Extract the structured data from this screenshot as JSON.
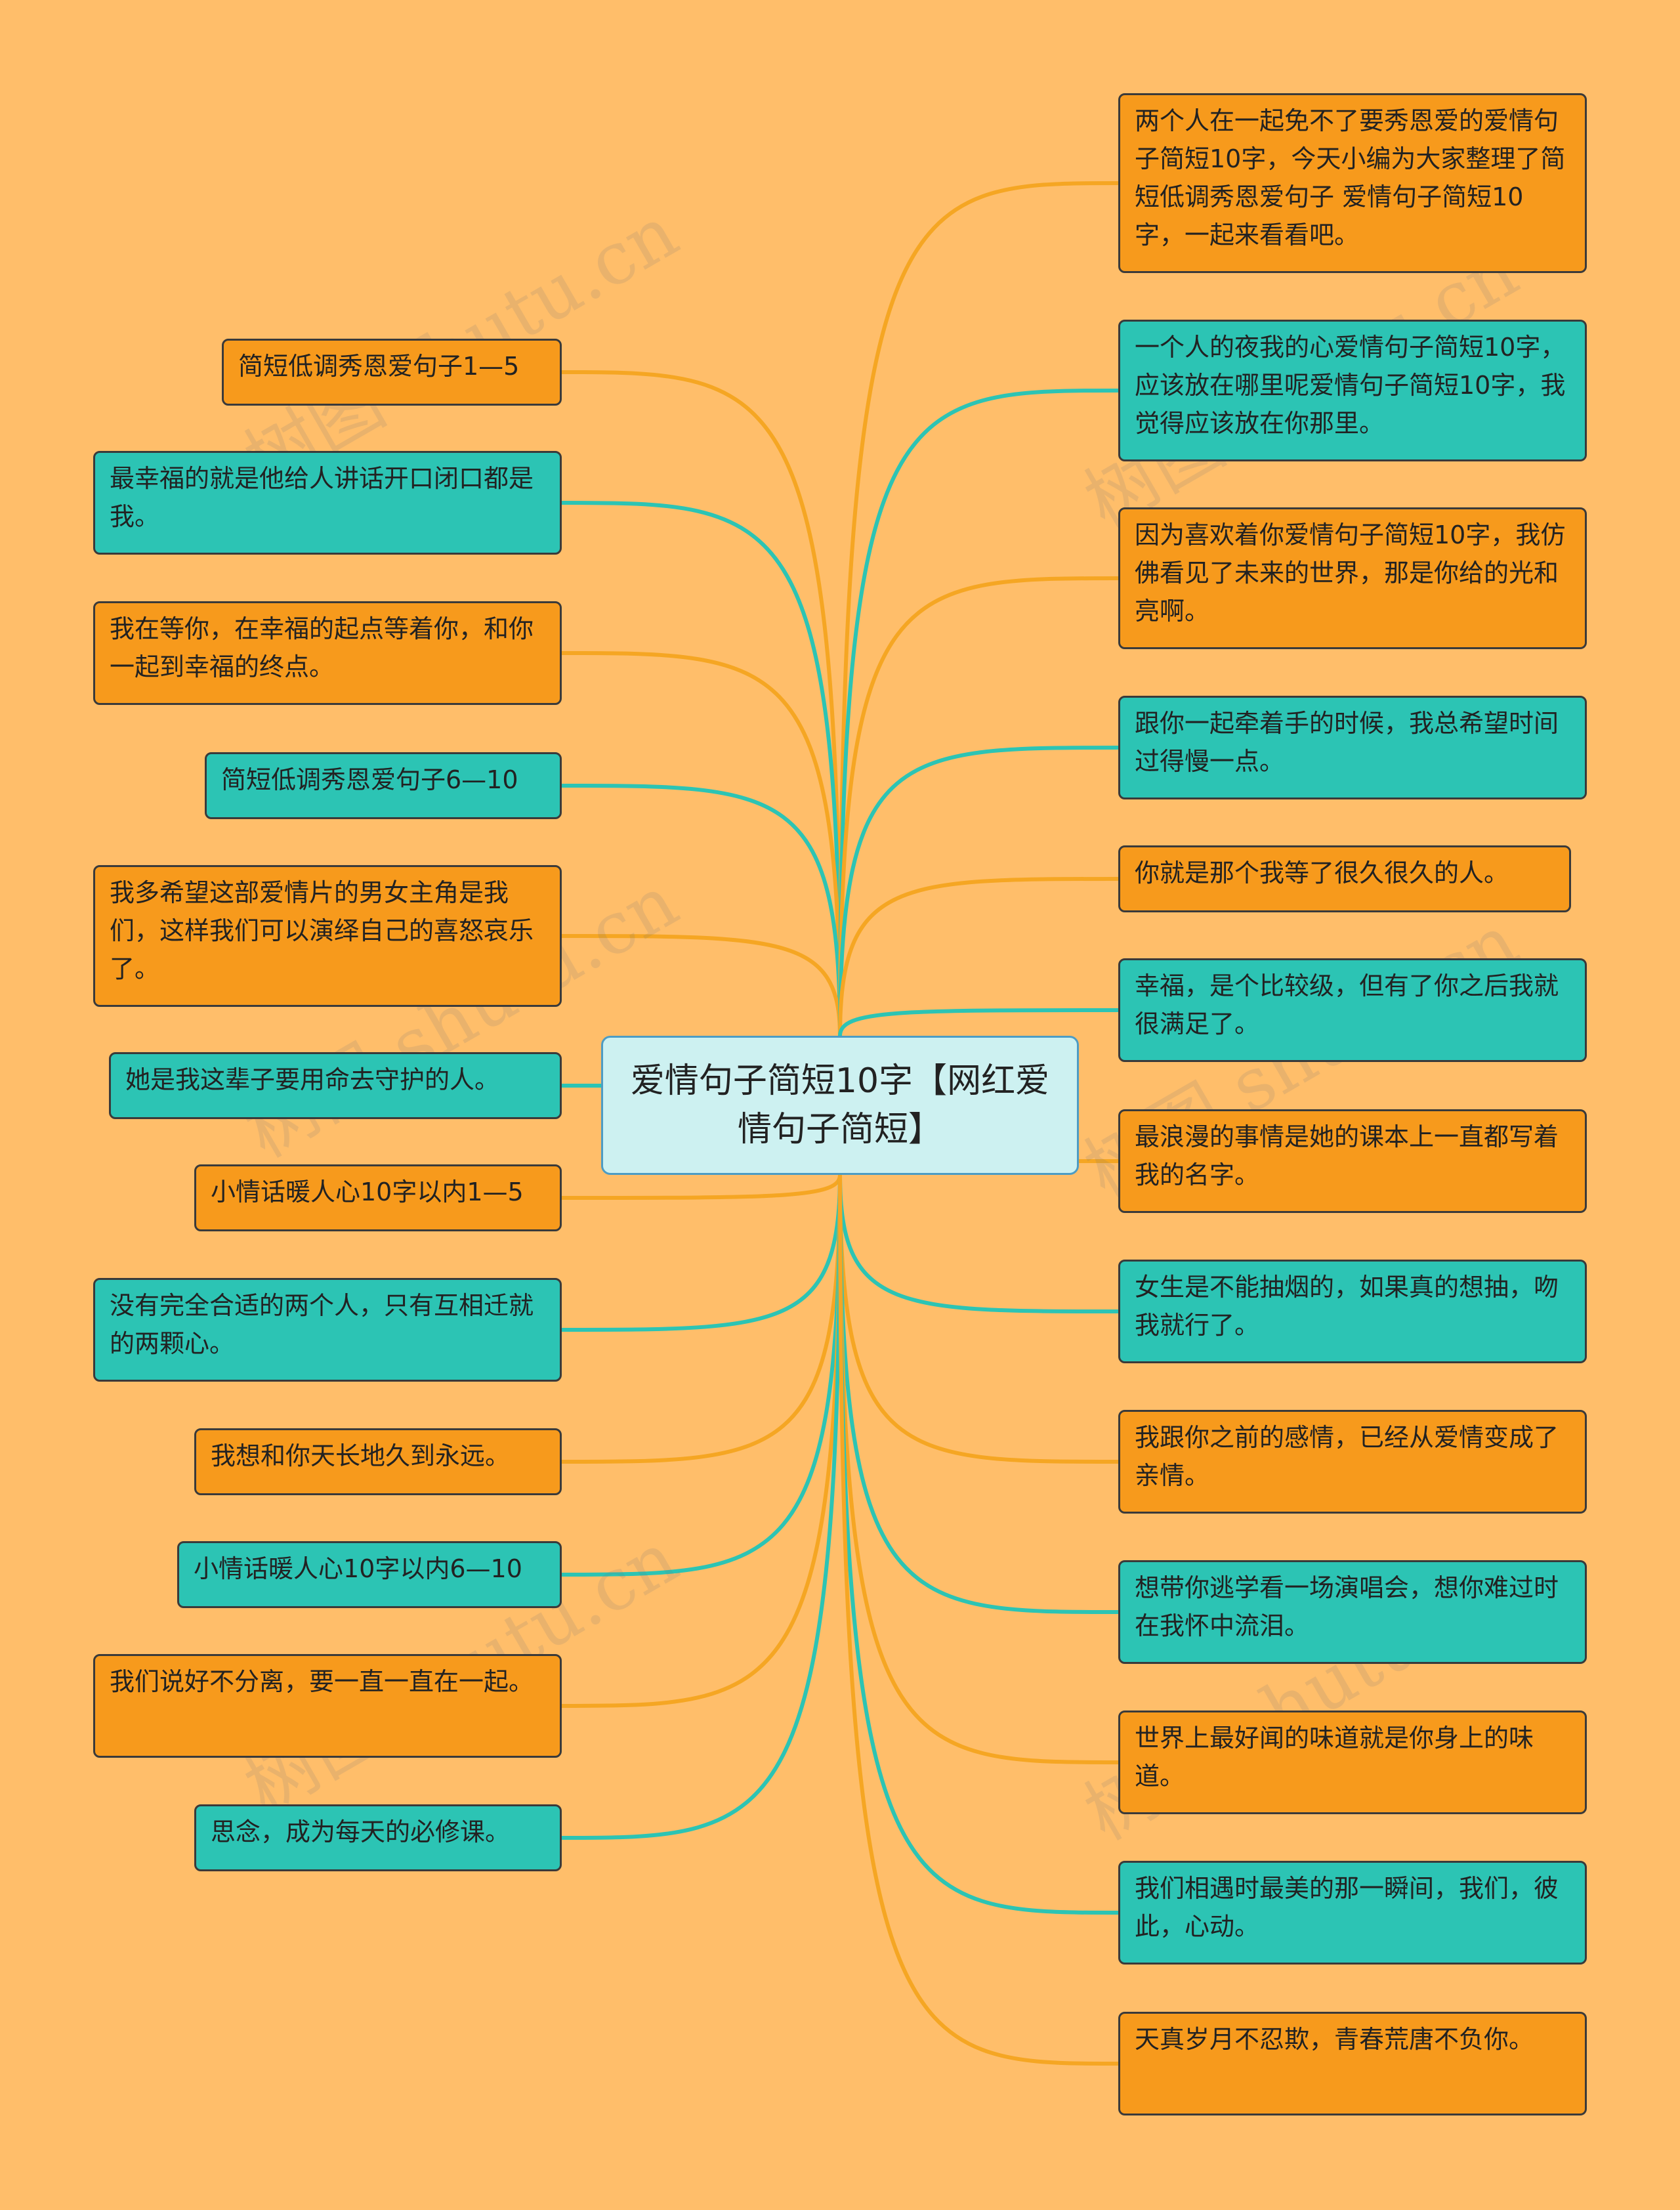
{
  "root": {
    "label": "爱情句子简短10字【网红爱情句子简短】"
  },
  "colors": {
    "background": "#FFBE6A",
    "orange": "#F79A1C",
    "teal": "#2CC4B4",
    "root_fill": "#CDF1F1",
    "orange_line": "#F5A623",
    "teal_line": "#2CC4B4"
  },
  "watermark": "树图 shutu.cn",
  "left_nodes": [
    {
      "text": "简短低调秀恩爱句子1—5",
      "color": "orange"
    },
    {
      "text": "最幸福的就是他给人讲话开口闭口都是我。",
      "color": "teal"
    },
    {
      "text": "我在等你，在幸福的起点等着你，和你一起到幸福的终点。",
      "color": "orange"
    },
    {
      "text": "简短低调秀恩爱句子6—10",
      "color": "teal"
    },
    {
      "text": "我多希望这部爱情片的男女主角是我们，这样我们可以演绎自己的喜怒哀乐了。",
      "color": "orange"
    },
    {
      "text": "她是我这辈子要用命去守护的人。",
      "color": "teal"
    },
    {
      "text": "小情话暖人心10字以内1—5",
      "color": "orange"
    },
    {
      "text": "没有完全合适的两个人，只有互相迁就的两颗心。",
      "color": "teal"
    },
    {
      "text": "我想和你天长地久到永远。",
      "color": "orange"
    },
    {
      "text": "小情话暖人心10字以内6—10",
      "color": "teal"
    },
    {
      "text": "我们说好不分离，要一直一直在一起。",
      "color": "orange"
    },
    {
      "text": "思念，成为每天的必修课。",
      "color": "teal"
    }
  ],
  "right_nodes": [
    {
      "text": "两个人在一起免不了要秀恩爱的爱情句子简短10字，今天小编为大家整理了简短低调秀恩爱句子 爱情句子简短10字，一起来看看吧。",
      "color": "orange"
    },
    {
      "text": "一个人的夜我的心爱情句子简短10字，应该放在哪里呢爱情句子简短10字，我觉得应该放在你那里。",
      "color": "teal"
    },
    {
      "text": "因为喜欢着你爱情句子简短10字，我仿佛看见了未来的世界，那是你给的光和亮啊。",
      "color": "orange"
    },
    {
      "text": "跟你一起牵着手的时候，我总希望时间过得慢一点。",
      "color": "teal"
    },
    {
      "text": "你就是那个我等了很久很久的人。",
      "color": "orange"
    },
    {
      "text": "幸福，是个比较级，但有了你之后我就很满足了。",
      "color": "teal"
    },
    {
      "text": "最浪漫的事情是她的课本上一直都写着我的名字。",
      "color": "orange"
    },
    {
      "text": "女生是不能抽烟的，如果真的想抽，吻我就行了。",
      "color": "teal"
    },
    {
      "text": "我跟你之前的感情，已经从爱情变成了亲情。",
      "color": "orange"
    },
    {
      "text": "想带你逃学看一场演唱会，想你难过时在我怀中流泪。",
      "color": "teal"
    },
    {
      "text": "世界上最好闻的味道就是你身上的味道。",
      "color": "orange"
    },
    {
      "text": "我们相遇时最美的那一瞬间，我们，彼此，心动。",
      "color": "teal"
    },
    {
      "text": "天真岁月不忍欺，青春荒唐不负你。",
      "color": "orange"
    }
  ]
}
